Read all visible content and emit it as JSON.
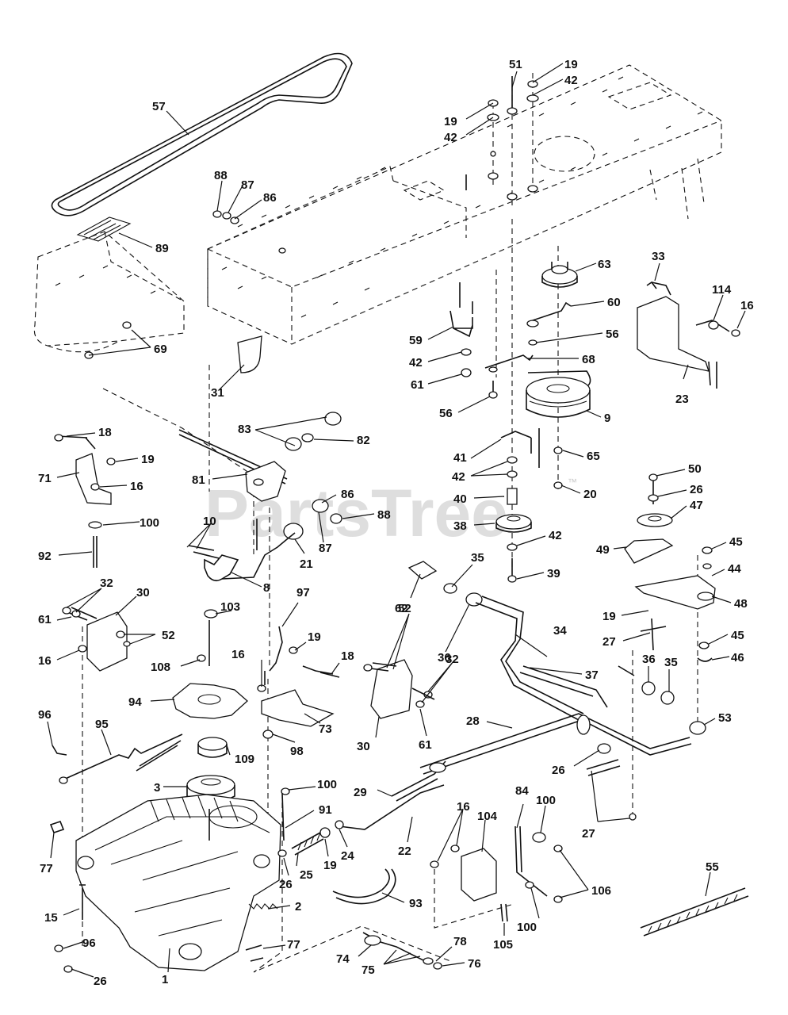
{
  "watermark": {
    "text": "PartsTree",
    "mark": "™"
  },
  "callouts": [
    "57",
    "89",
    "88",
    "87",
    "86",
    "69",
    "31",
    "51",
    "19",
    "42",
    "19",
    "42",
    "63",
    "60",
    "56",
    "68",
    "9",
    "59",
    "42",
    "61",
    "56",
    "33",
    "114",
    "16",
    "23",
    "18",
    "19",
    "71",
    "16",
    "100",
    "92",
    "83",
    "82",
    "81",
    "86",
    "88",
    "87",
    "21",
    "10",
    "8",
    "41",
    "42",
    "65",
    "40",
    "20",
    "38",
    "42",
    "39",
    "50",
    "26",
    "47",
    "49",
    "45",
    "44",
    "48",
    "19",
    "27",
    "45",
    "46",
    "32",
    "30",
    "61",
    "52",
    "16",
    "97",
    "103",
    "108",
    "94",
    "96",
    "95",
    "109",
    "3",
    "19",
    "16",
    "18",
    "73",
    "98",
    "35",
    "62",
    "36",
    "34",
    "52",
    "32",
    "30",
    "61",
    "36",
    "35",
    "37",
    "28",
    "53",
    "26",
    "29",
    "27",
    "100",
    "91",
    "24",
    "19",
    "26",
    "25",
    "22",
    "77",
    "15",
    "2",
    "93",
    "16",
    "104",
    "84",
    "100",
    "106",
    "105",
    "100",
    "55",
    "96",
    "26",
    "1",
    "77",
    "74",
    "75",
    "78",
    "76"
  ]
}
